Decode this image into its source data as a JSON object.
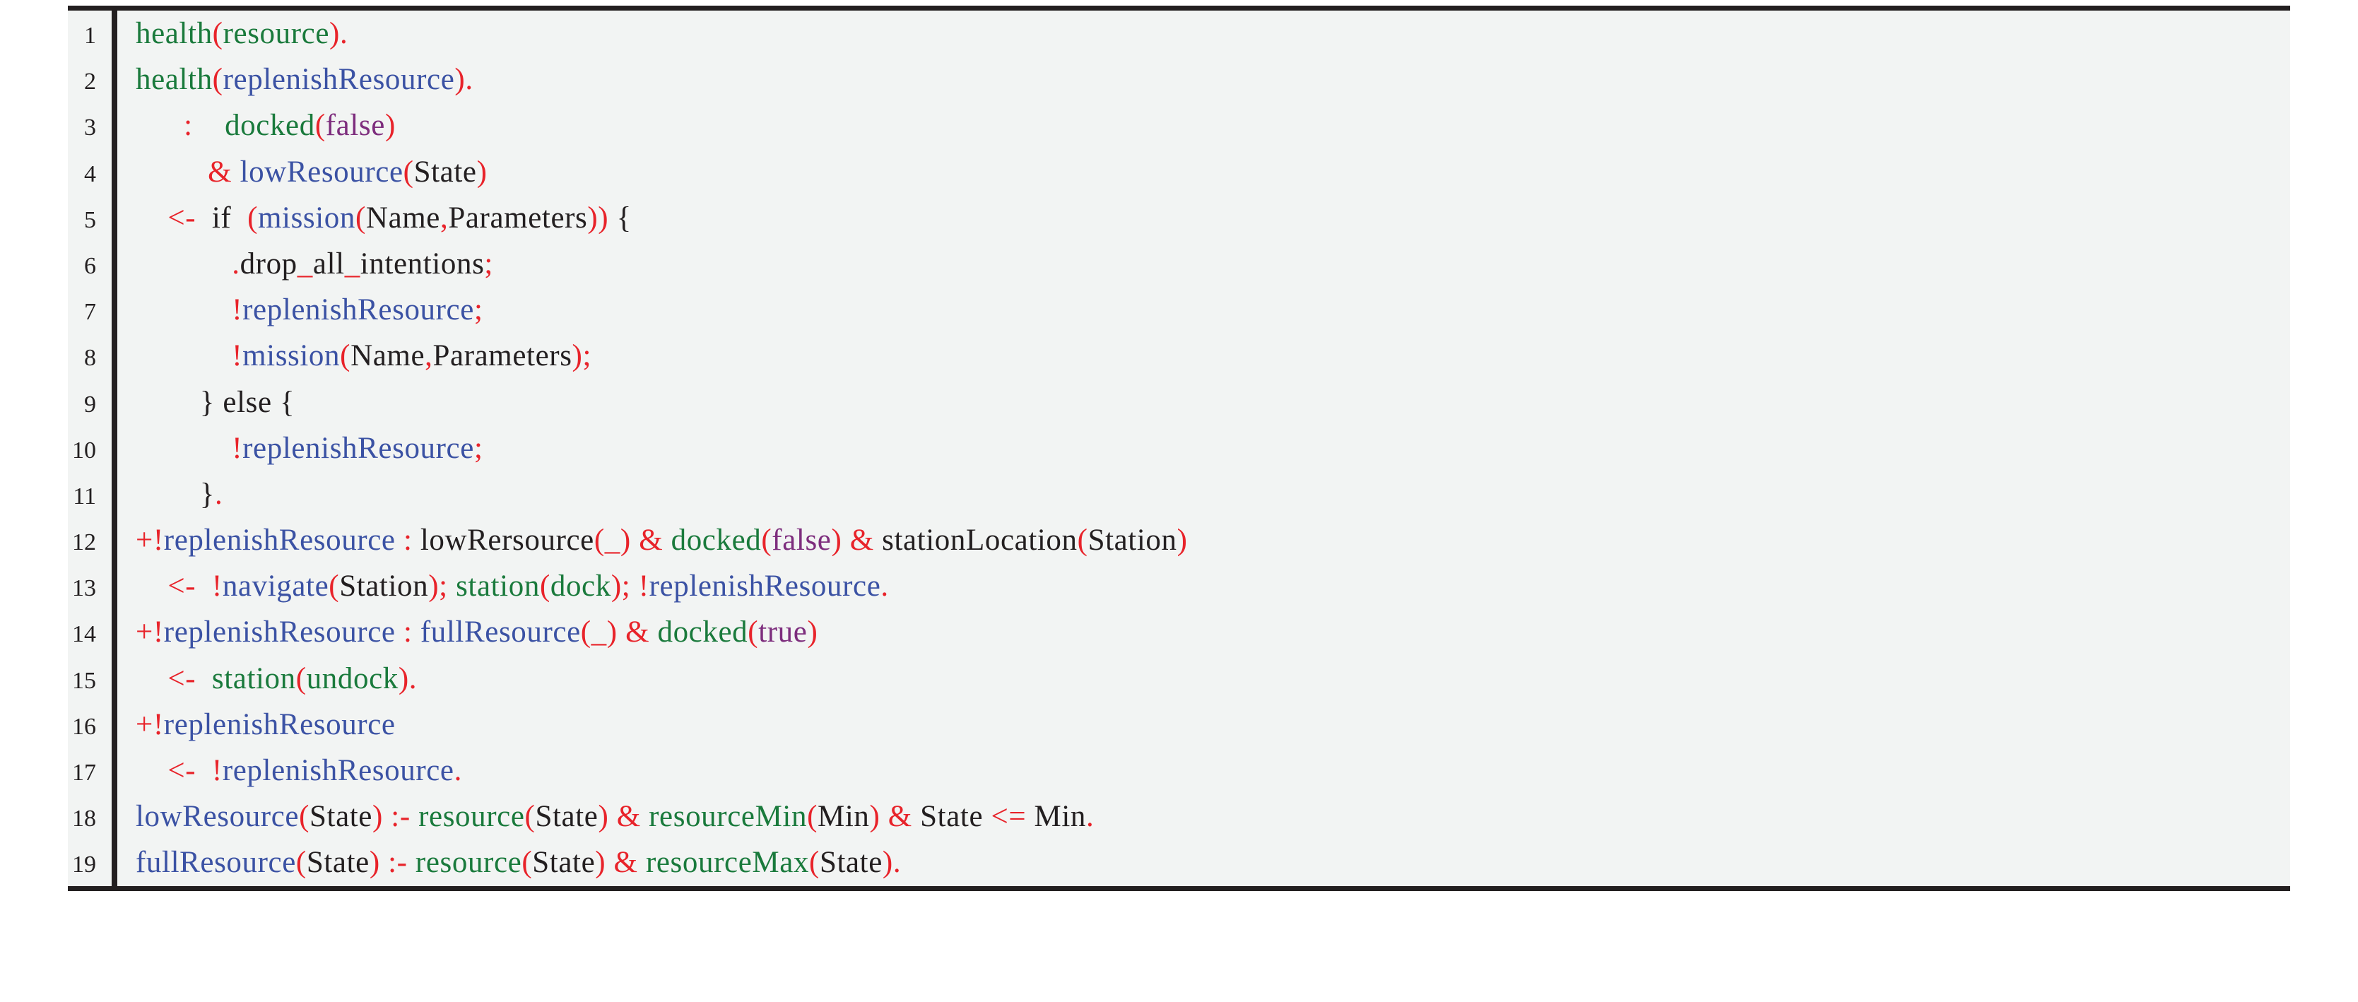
{
  "listing": {
    "language": "AgentSpeak/Jason",
    "background_color": "#f2f4f3",
    "rule_color": "#231f20",
    "palette": {
      "green": "#1a7a3c",
      "blue": "#3b52a4",
      "red": "#e8232a",
      "purple": "#7d2d7d",
      "black": "#231f20"
    },
    "lines": [
      {
        "number": "1",
        "plain": "health(resource).",
        "tokens": [
          {
            "t": "health",
            "c": "g"
          },
          {
            "t": "(",
            "c": "r"
          },
          {
            "t": "resource",
            "c": "g"
          },
          {
            "t": ")",
            "c": "r"
          },
          {
            "t": ".",
            "c": "r"
          }
        ]
      },
      {
        "number": "2",
        "plain": "health(replenishResource).",
        "tokens": [
          {
            "t": "health",
            "c": "g"
          },
          {
            "t": "(",
            "c": "r"
          },
          {
            "t": "replenishResource",
            "c": "b"
          },
          {
            "t": ")",
            "c": "r"
          },
          {
            "t": ".",
            "c": "r"
          }
        ]
      },
      {
        "number": "3",
        "plain": "     :    docked(false)",
        "tokens": [
          {
            "t": "      ",
            "c": "k"
          },
          {
            "t": ":",
            "c": "r"
          },
          {
            "t": "    ",
            "c": "k"
          },
          {
            "t": "docked",
            "c": "g"
          },
          {
            "t": "(",
            "c": "r"
          },
          {
            "t": "false",
            "c": "p"
          },
          {
            "t": ")",
            "c": "r"
          }
        ]
      },
      {
        "number": "4",
        "plain": "        & lowResource(State)",
        "tokens": [
          {
            "t": "         ",
            "c": "k"
          },
          {
            "t": "&",
            "c": "r"
          },
          {
            "t": " ",
            "c": "k"
          },
          {
            "t": "lowResource",
            "c": "b"
          },
          {
            "t": "(",
            "c": "r"
          },
          {
            "t": "State",
            "c": "k"
          },
          {
            "t": ")",
            "c": "r"
          }
        ]
      },
      {
        "number": "5",
        "plain": "    <-  if (mission(Name,Parameters)) {",
        "tokens": [
          {
            "t": "    ",
            "c": "k"
          },
          {
            "t": "<-",
            "c": "r"
          },
          {
            "t": "  if  ",
            "c": "k"
          },
          {
            "t": "(",
            "c": "r"
          },
          {
            "t": "mission",
            "c": "b"
          },
          {
            "t": "(",
            "c": "r"
          },
          {
            "t": "Name",
            "c": "k"
          },
          {
            "t": ",",
            "c": "r"
          },
          {
            "t": "Parameters",
            "c": "k"
          },
          {
            "t": "))",
            "c": "r"
          },
          {
            "t": " {",
            "c": "k"
          }
        ]
      },
      {
        "number": "6",
        "plain": "            .drop_all_intentions;",
        "tokens": [
          {
            "t": "            ",
            "c": "k"
          },
          {
            "t": ".",
            "c": "r"
          },
          {
            "t": "drop",
            "c": "k"
          },
          {
            "t": "_",
            "c": "r"
          },
          {
            "t": "all",
            "c": "k"
          },
          {
            "t": "_",
            "c": "r"
          },
          {
            "t": "intentions",
            "c": "k"
          },
          {
            "t": ";",
            "c": "r"
          }
        ]
      },
      {
        "number": "7",
        "plain": "            !replenishResource;",
        "tokens": [
          {
            "t": "            ",
            "c": "k"
          },
          {
            "t": "!",
            "c": "r"
          },
          {
            "t": "replenishResource",
            "c": "b"
          },
          {
            "t": ";",
            "c": "r"
          }
        ]
      },
      {
        "number": "8",
        "plain": "            !mission(Name,Parameters);",
        "tokens": [
          {
            "t": "            ",
            "c": "k"
          },
          {
            "t": "!",
            "c": "r"
          },
          {
            "t": "mission",
            "c": "b"
          },
          {
            "t": "(",
            "c": "r"
          },
          {
            "t": "Name",
            "c": "k"
          },
          {
            "t": ",",
            "c": "r"
          },
          {
            "t": "Parameters",
            "c": "k"
          },
          {
            "t": ")",
            "c": "r"
          },
          {
            "t": ";",
            "c": "r"
          }
        ]
      },
      {
        "number": "9",
        "plain": "        } else {",
        "tokens": [
          {
            "t": "        } else {",
            "c": "k"
          }
        ]
      },
      {
        "number": "10",
        "plain": "            !replenishResource;",
        "tokens": [
          {
            "t": "            ",
            "c": "k"
          },
          {
            "t": "!",
            "c": "r"
          },
          {
            "t": "replenishResource",
            "c": "b"
          },
          {
            "t": ";",
            "c": "r"
          }
        ]
      },
      {
        "number": "11",
        "plain": "        }.",
        "tokens": [
          {
            "t": "        }",
            "c": "k"
          },
          {
            "t": ".",
            "c": "r"
          }
        ]
      },
      {
        "number": "12",
        "plain": "+!replenishResource : lowRersource(_) & docked(false) & stationLocation(Station)",
        "tokens": [
          {
            "t": "+!",
            "c": "r"
          },
          {
            "t": "replenishResource",
            "c": "b"
          },
          {
            "t": " ",
            "c": "k"
          },
          {
            "t": ":",
            "c": "r"
          },
          {
            "t": " lowRersource",
            "c": "k"
          },
          {
            "t": "(_)",
            "c": "r"
          },
          {
            "t": " ",
            "c": "k"
          },
          {
            "t": "&",
            "c": "r"
          },
          {
            "t": " ",
            "c": "k"
          },
          {
            "t": "docked",
            "c": "g"
          },
          {
            "t": "(",
            "c": "r"
          },
          {
            "t": "false",
            "c": "p"
          },
          {
            "t": ")",
            "c": "r"
          },
          {
            "t": " ",
            "c": "k"
          },
          {
            "t": "&",
            "c": "r"
          },
          {
            "t": " stationLocation",
            "c": "k"
          },
          {
            "t": "(",
            "c": "r"
          },
          {
            "t": "Station",
            "c": "k"
          },
          {
            "t": ")",
            "c": "r"
          }
        ]
      },
      {
        "number": "13",
        "plain": "    <-  !navigate(Station); station(dock); !replenishResource.",
        "tokens": [
          {
            "t": "    ",
            "c": "k"
          },
          {
            "t": "<-",
            "c": "r"
          },
          {
            "t": "  ",
            "c": "k"
          },
          {
            "t": "!",
            "c": "r"
          },
          {
            "t": "navigate",
            "c": "b"
          },
          {
            "t": "(",
            "c": "r"
          },
          {
            "t": "Station",
            "c": "k"
          },
          {
            "t": ");",
            "c": "r"
          },
          {
            "t": " ",
            "c": "k"
          },
          {
            "t": "station",
            "c": "g"
          },
          {
            "t": "(",
            "c": "r"
          },
          {
            "t": "dock",
            "c": "g"
          },
          {
            "t": ");",
            "c": "r"
          },
          {
            "t": " ",
            "c": "k"
          },
          {
            "t": "!",
            "c": "r"
          },
          {
            "t": "replenishResource",
            "c": "b"
          },
          {
            "t": ".",
            "c": "r"
          }
        ]
      },
      {
        "number": "14",
        "plain": "+!replenishResource : fullResource(_) & docked(true)",
        "tokens": [
          {
            "t": "+!",
            "c": "r"
          },
          {
            "t": "replenishResource",
            "c": "b"
          },
          {
            "t": " ",
            "c": "k"
          },
          {
            "t": ":",
            "c": "r"
          },
          {
            "t": " ",
            "c": "k"
          },
          {
            "t": "fullResource",
            "c": "b"
          },
          {
            "t": "(_)",
            "c": "r"
          },
          {
            "t": " ",
            "c": "k"
          },
          {
            "t": "&",
            "c": "r"
          },
          {
            "t": " ",
            "c": "k"
          },
          {
            "t": "docked",
            "c": "g"
          },
          {
            "t": "(",
            "c": "r"
          },
          {
            "t": "true",
            "c": "p"
          },
          {
            "t": ")",
            "c": "r"
          }
        ]
      },
      {
        "number": "15",
        "plain": "    <-  station(undock).",
        "tokens": [
          {
            "t": "    ",
            "c": "k"
          },
          {
            "t": "<-",
            "c": "r"
          },
          {
            "t": "  ",
            "c": "k"
          },
          {
            "t": "station",
            "c": "g"
          },
          {
            "t": "(",
            "c": "r"
          },
          {
            "t": "undock",
            "c": "g"
          },
          {
            "t": ")",
            "c": "r"
          },
          {
            "t": ".",
            "c": "r"
          }
        ]
      },
      {
        "number": "16",
        "plain": "+!replenishResource",
        "tokens": [
          {
            "t": "+!",
            "c": "r"
          },
          {
            "t": "replenishResource",
            "c": "b"
          }
        ]
      },
      {
        "number": "17",
        "plain": "    <-  !replenishResource.",
        "tokens": [
          {
            "t": "    ",
            "c": "k"
          },
          {
            "t": "<-",
            "c": "r"
          },
          {
            "t": "  ",
            "c": "k"
          },
          {
            "t": "!",
            "c": "r"
          },
          {
            "t": "replenishResource",
            "c": "b"
          },
          {
            "t": ".",
            "c": "r"
          }
        ]
      },
      {
        "number": "18",
        "plain": "lowResource(State) :- resource(State) & resourceMin(Min) & State <= Min.",
        "tokens": [
          {
            "t": "lowResource",
            "c": "b"
          },
          {
            "t": "(",
            "c": "r"
          },
          {
            "t": "State",
            "c": "k"
          },
          {
            "t": ")",
            "c": "r"
          },
          {
            "t": " ",
            "c": "k"
          },
          {
            "t": ":-",
            "c": "r"
          },
          {
            "t": " ",
            "c": "k"
          },
          {
            "t": "resource",
            "c": "g"
          },
          {
            "t": "(",
            "c": "r"
          },
          {
            "t": "State",
            "c": "k"
          },
          {
            "t": ")",
            "c": "r"
          },
          {
            "t": " ",
            "c": "k"
          },
          {
            "t": "&",
            "c": "r"
          },
          {
            "t": " ",
            "c": "k"
          },
          {
            "t": "resourceMin",
            "c": "g"
          },
          {
            "t": "(",
            "c": "r"
          },
          {
            "t": "Min",
            "c": "k"
          },
          {
            "t": ")",
            "c": "r"
          },
          {
            "t": " ",
            "c": "k"
          },
          {
            "t": "&",
            "c": "r"
          },
          {
            "t": " State ",
            "c": "k"
          },
          {
            "t": "<=",
            "c": "r"
          },
          {
            "t": " Min",
            "c": "k"
          },
          {
            "t": ".",
            "c": "r"
          }
        ]
      },
      {
        "number": "19",
        "plain": "fullResource(State) :- resource(State) & resourceMax(State).",
        "tokens": [
          {
            "t": "fullResource",
            "c": "b"
          },
          {
            "t": "(",
            "c": "r"
          },
          {
            "t": "State",
            "c": "k"
          },
          {
            "t": ")",
            "c": "r"
          },
          {
            "t": " ",
            "c": "k"
          },
          {
            "t": ":-",
            "c": "r"
          },
          {
            "t": " ",
            "c": "k"
          },
          {
            "t": "resource",
            "c": "g"
          },
          {
            "t": "(",
            "c": "r"
          },
          {
            "t": "State",
            "c": "k"
          },
          {
            "t": ")",
            "c": "r"
          },
          {
            "t": " ",
            "c": "k"
          },
          {
            "t": "&",
            "c": "r"
          },
          {
            "t": " ",
            "c": "k"
          },
          {
            "t": "resourceMax",
            "c": "g"
          },
          {
            "t": "(",
            "c": "r"
          },
          {
            "t": "State",
            "c": "k"
          },
          {
            "t": ")",
            "c": "r"
          },
          {
            "t": ".",
            "c": "r"
          }
        ]
      }
    ]
  }
}
